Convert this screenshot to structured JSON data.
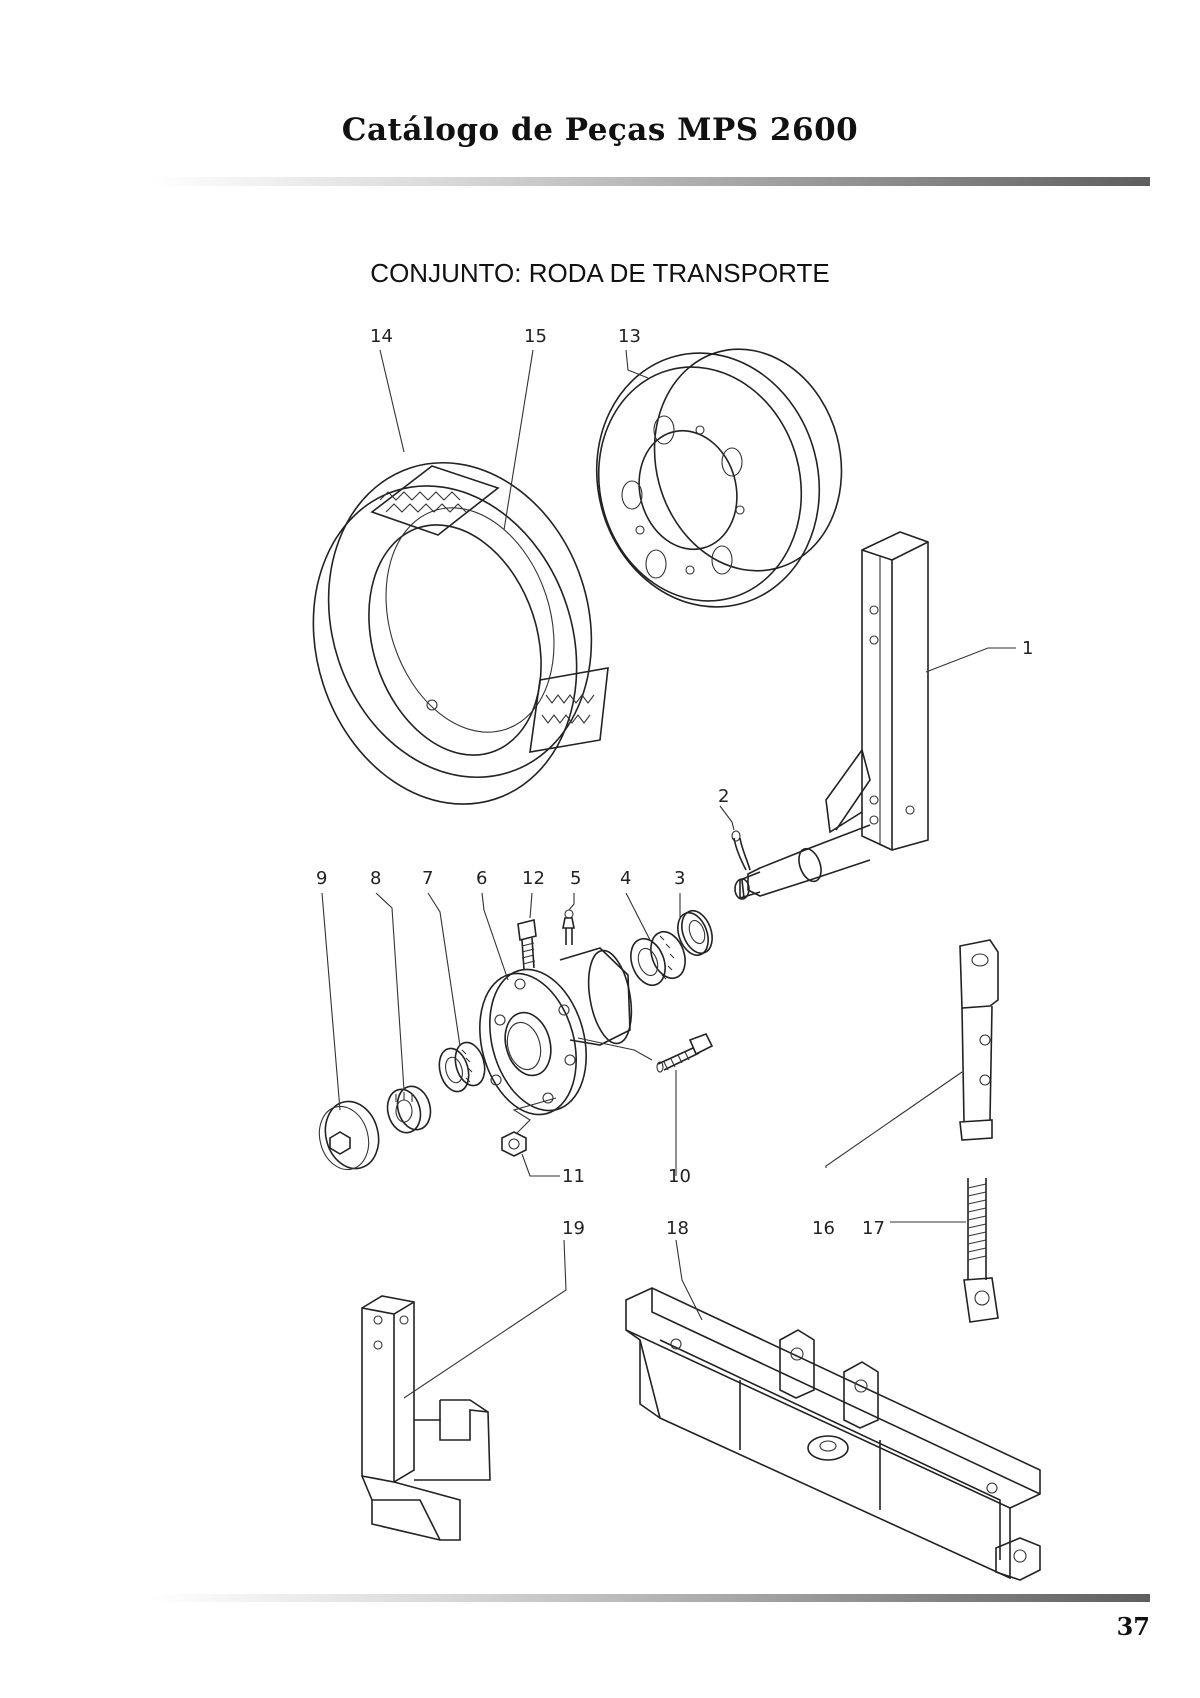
{
  "header": {
    "title": "Catálogo de Peças MPS 2600"
  },
  "section": {
    "title": "CONJUNTO: RODA DE TRANSPORTE"
  },
  "callouts": {
    "c1": "1",
    "c2": "2",
    "c3": "3",
    "c4": "4",
    "c5": "5",
    "c6": "6",
    "c7": "7",
    "c8": "8",
    "c9": "9",
    "c10": "10",
    "c11": "11",
    "c12": "12",
    "c13": "13",
    "c14": "14",
    "c15": "15",
    "c16": "16",
    "c17": "17",
    "c18": "18",
    "c19": "19"
  },
  "footer": {
    "page_number": "37"
  }
}
